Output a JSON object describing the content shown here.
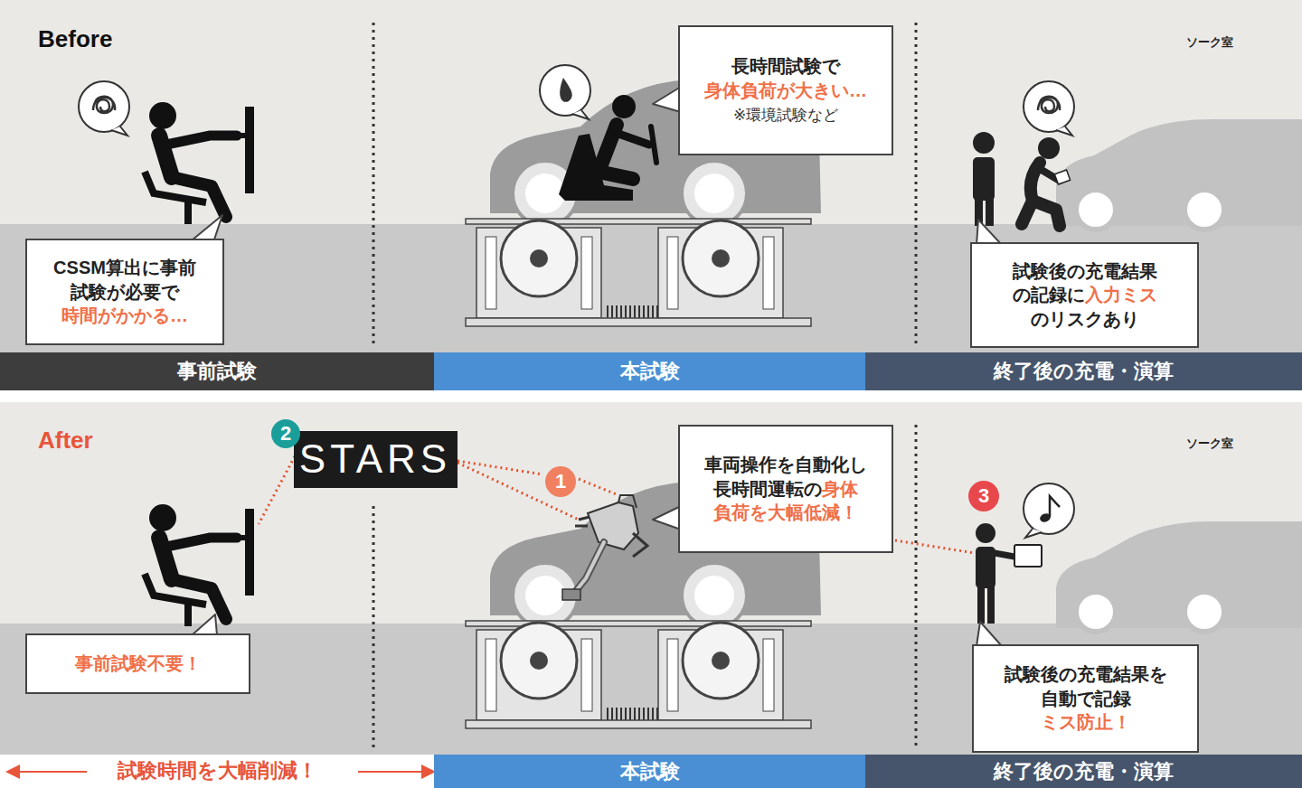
{
  "diagram": {
    "nodes": [
      {
        "text": [
          "事前試験"
        ]
      },
      {
        "text": [
          "本試験"
        ]
      },
      {
        "text": [
          "終了後の充電・演算"
        ]
      },
      {
        "text": [
          "CSSM算出に事前 試験が必要で",
          "時間がかかる…"
        ]
      },
      {
        "text": [
          "長時間試験で",
          "身体負荷が大きい…",
          "※環境試験など"
        ]
      },
      {
        "text": [
          "試験後の充電結果 の記録に",
          "入力ミス",
          "のリスクあり"
        ]
      },
      {
        "text": [
          "STARS"
        ]
      },
      {
        "text": [
          "2"
        ]
      },
      {
        "text": [
          "1"
        ]
      },
      {
        "text": [
          "車両操作を自動化し 長時間運転の",
          "身体 負荷を大幅低減！"
        ]
      },
      {
        "text": [
          "3"
        ]
      },
      {
        "text": [
          "事前試験不要！"
        ]
      },
      {
        "text": [
          "試験後の充電結果を 自動で記録",
          "ミス防止！"
        ]
      },
      {
        "text": [
          "本試験"
        ]
      },
      {
        "text": [
          "終了後の充電・演算"
        ]
      }
    ],
    "labels": [
      "Before",
      "ソーク室",
      "After",
      "ソーク室",
      "試験時間を大幅削減！"
    ]
  }
}
